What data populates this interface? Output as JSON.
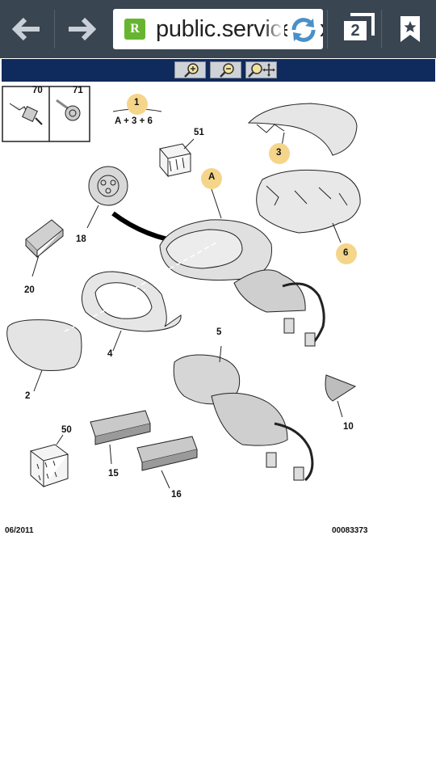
{
  "browser": {
    "url_text": "public.servicebox.peugeot.com",
    "favicon_letter": "R",
    "tab_count": "2",
    "colors": {
      "toolbar_bg": "#3a4552",
      "zoombar_bg": "#0f2a5c",
      "favicon_bg": "#67b52f"
    }
  },
  "zoombar": {
    "icons": [
      "zoom-in-icon",
      "zoom-out-icon",
      "pan-zoom-icon"
    ]
  },
  "diagram": {
    "date": "06/2011",
    "ref": "00083373",
    "formula_number": "1",
    "formula": "A + 3 + 6",
    "screw_labels": [
      "70",
      "71"
    ],
    "assembly_label": "A",
    "part_labels": {
      "p51": "51",
      "p3": "3",
      "p6": "6",
      "p18": "18",
      "p20": "20",
      "p4": "4",
      "p2": "2",
      "p5": "5",
      "p10": "10",
      "p50": "50",
      "p15": "15",
      "p16": "16"
    }
  }
}
